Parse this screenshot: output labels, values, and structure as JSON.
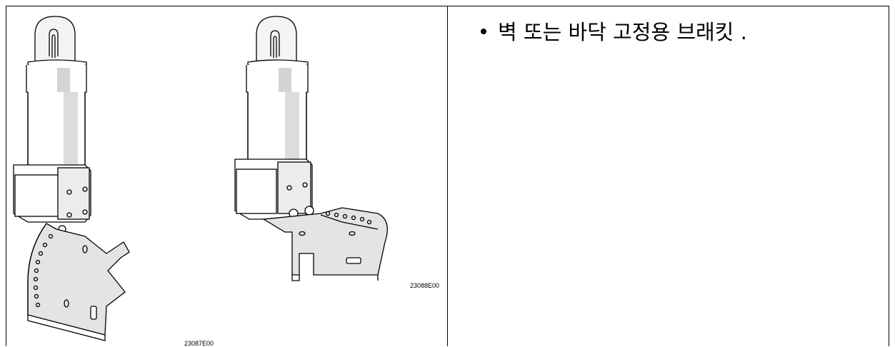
{
  "figure": {
    "left_code": "23087E00",
    "right_code": "23088E00"
  },
  "text": {
    "bullet": "벽 또는 바닥 고정용 브래킷 ."
  }
}
